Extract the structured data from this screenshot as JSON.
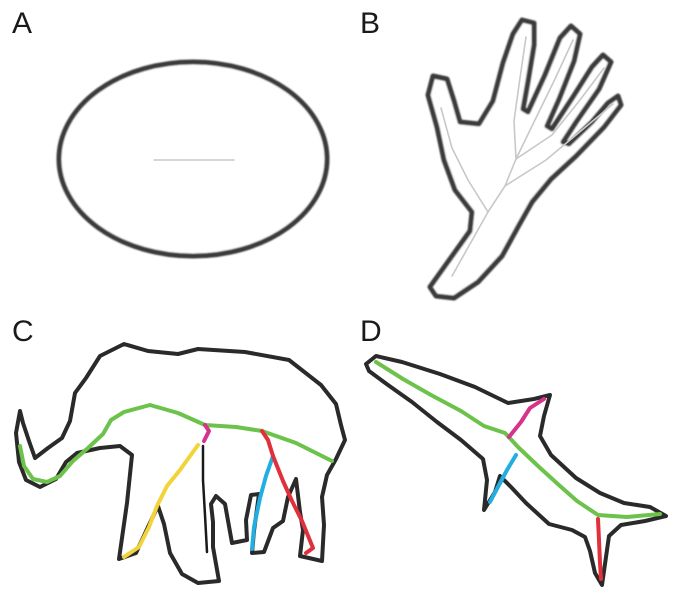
{
  "panels": {
    "a": {
      "label": "A"
    },
    "b": {
      "label": "B"
    },
    "c": {
      "label": "C"
    },
    "d": {
      "label": "D"
    }
  },
  "colors": {
    "outline": "#2a2a2a",
    "skeleton_gray": "#c8c8c8",
    "branch_green": "#6cc24a",
    "branch_magenta": "#d6338a",
    "branch_yellow": "#f2d43a",
    "branch_blue": "#22aee0",
    "branch_red": "#e0303c",
    "branch_black": "#1a1a1a"
  }
}
